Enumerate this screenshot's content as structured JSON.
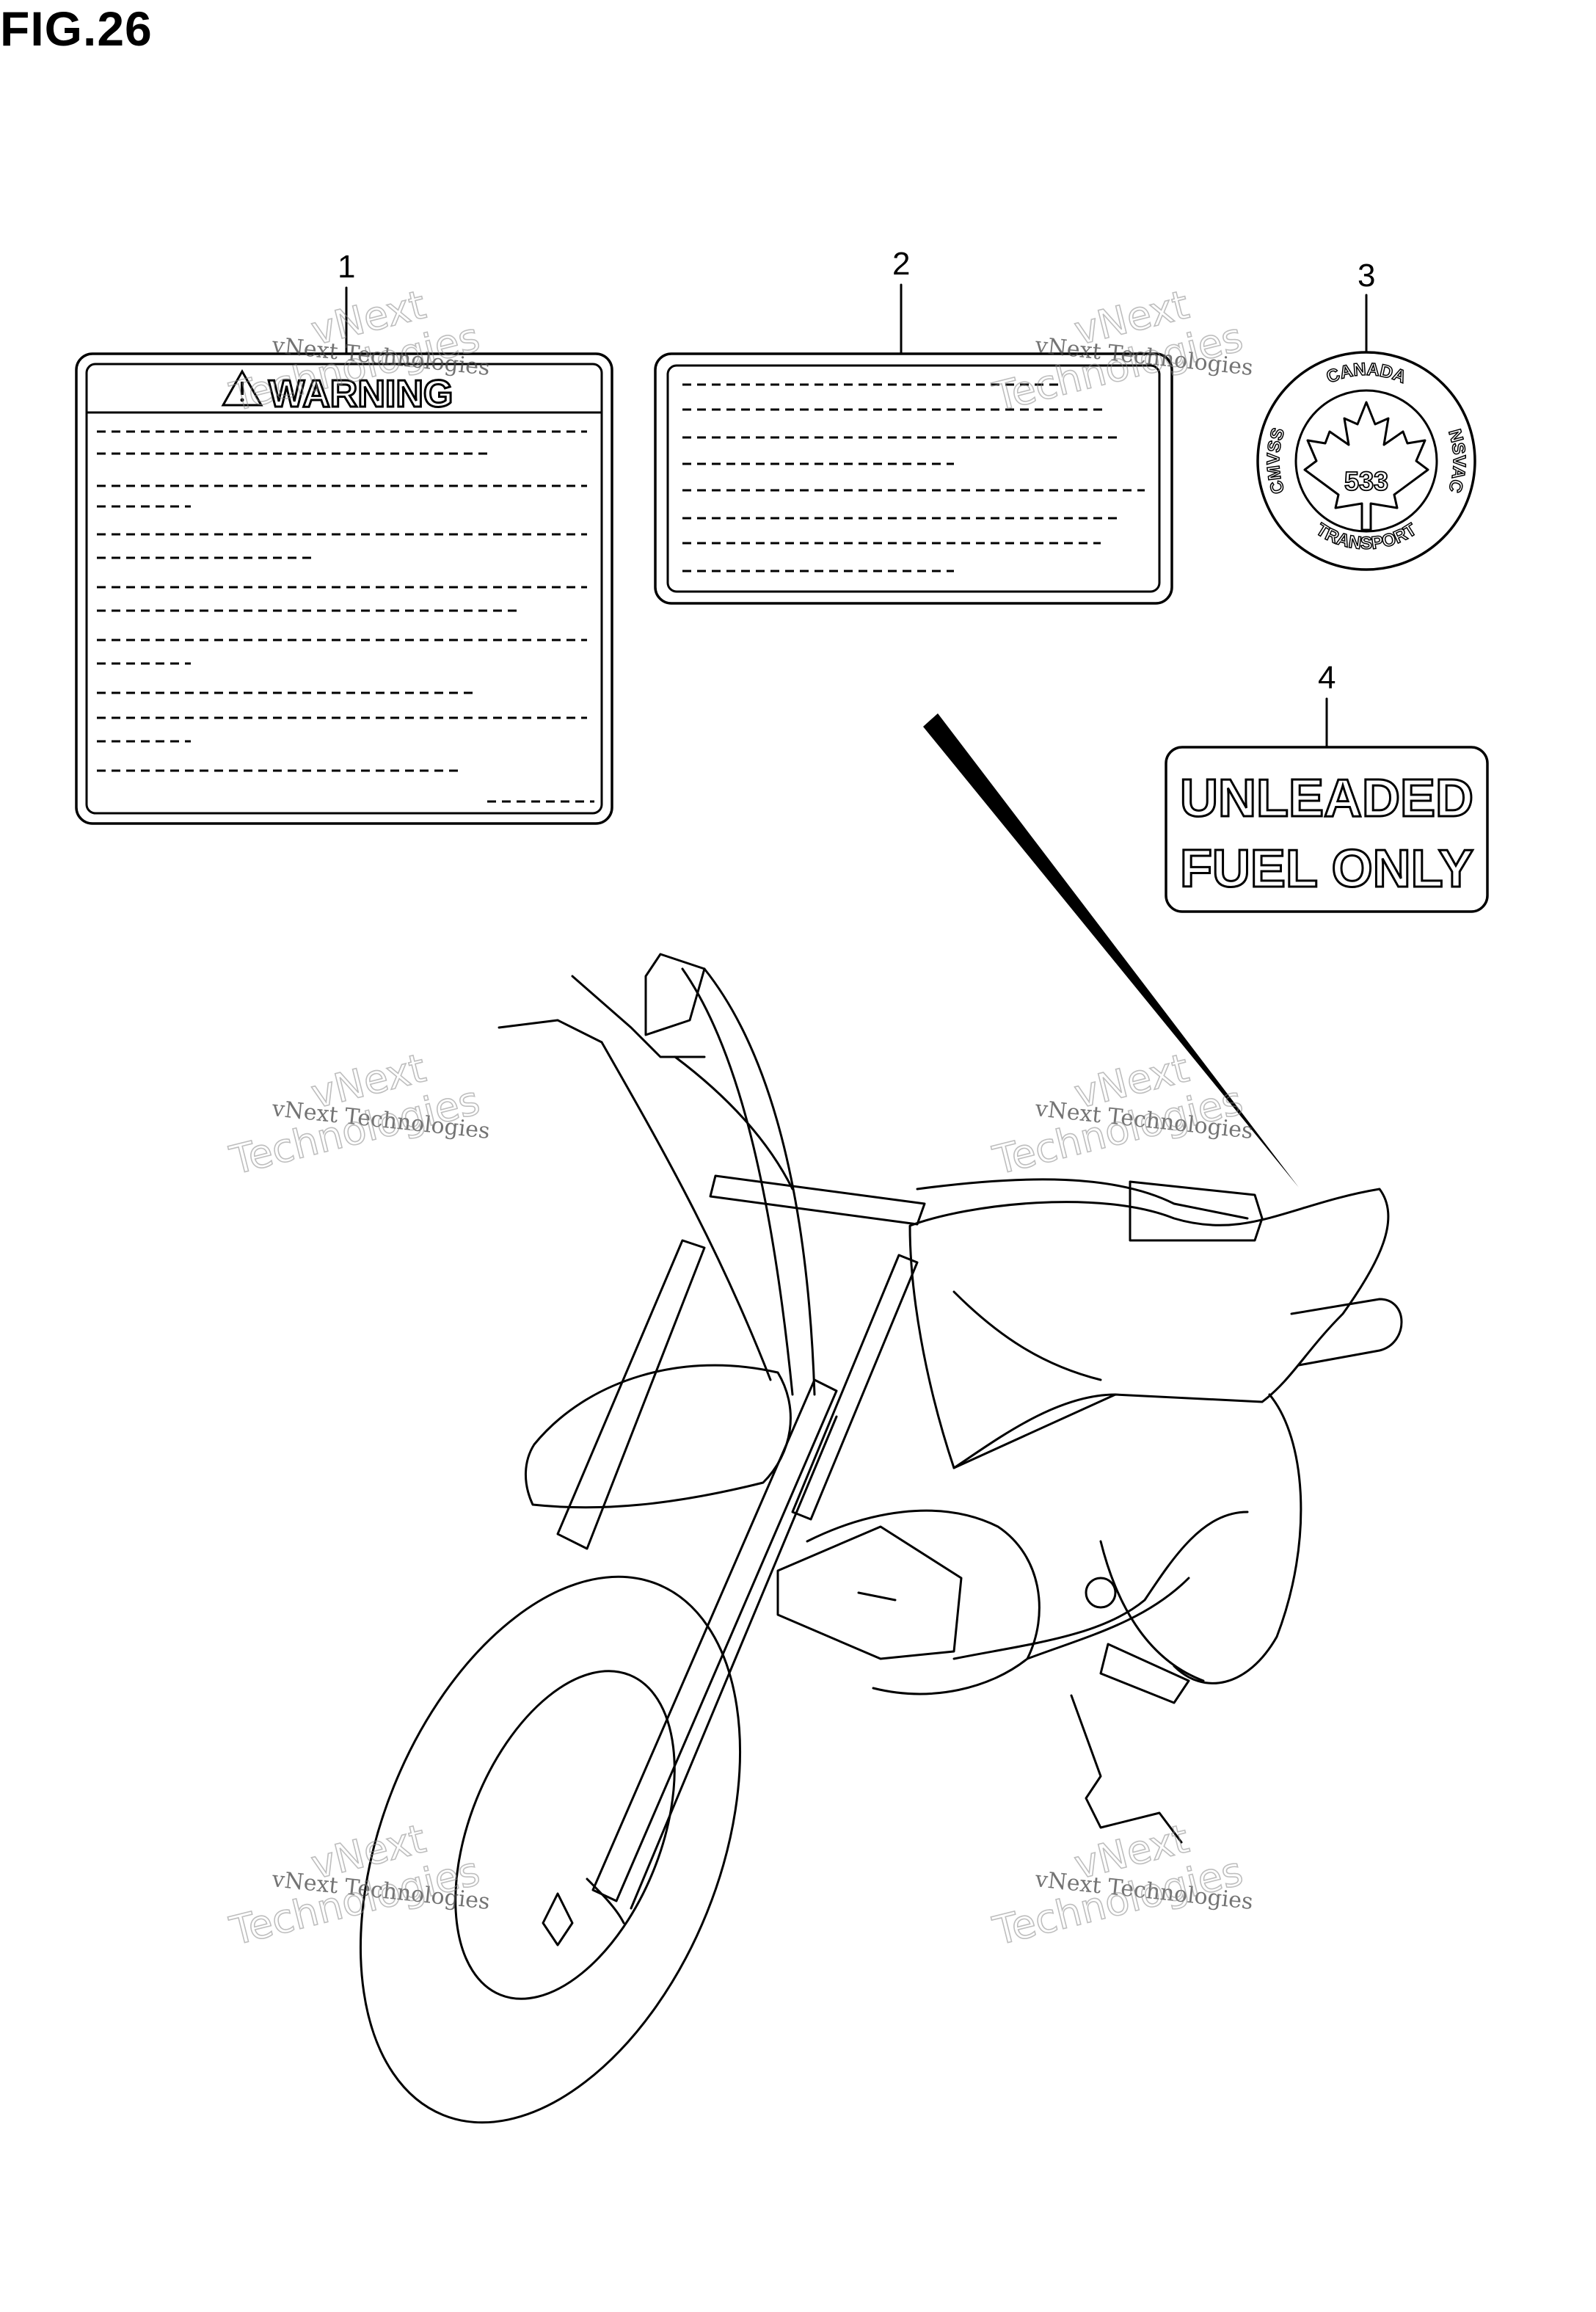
{
  "figure_title": "FIG.26",
  "callouts": [
    "1",
    "2",
    "3",
    "4"
  ],
  "label_1": {
    "heading": "WARNING",
    "icon": "warning-triangle-icon"
  },
  "label_3": {
    "top": "CANADA",
    "left": "CMVSS",
    "right": "NSVAC",
    "bottom": "TRANSPORT",
    "number": "533",
    "icon": "maple-leaf-icon"
  },
  "label_4": {
    "line1": "UNLEADED",
    "line2": "FUEL ONLY"
  },
  "watermark": {
    "small": "vNext Technologies",
    "big": "Technologies",
    "top": "vNext"
  }
}
